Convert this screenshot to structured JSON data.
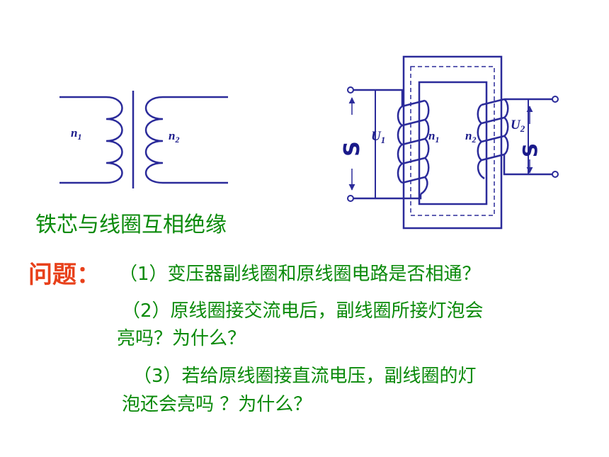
{
  "diagram": {
    "symbol": {
      "n1": "n",
      "n1_sub": "1",
      "n2": "n",
      "n2_sub": "2"
    },
    "physical": {
      "u1": "U",
      "u1_sub": "1",
      "u2": "U",
      "u2_sub": "2",
      "n1": "n",
      "n1_sub": "1",
      "n2": "n",
      "n2_sub": "2",
      "ac1": "S",
      "ac2": "S"
    },
    "colors": {
      "wire": "#2b2b9a",
      "label": "#1a1a8a"
    }
  },
  "caption": "铁芯与线圈互相绝缘",
  "question_label": "问题：",
  "questions": {
    "q1": "（1）变压器副线圈和原线圈电路是否相通？",
    "q2_line1": "（2）原线圈接交流电后，副线圈所接灯泡会",
    "q2_line2": "亮吗？为什么？",
    "q3_line1": "（3）若给原线圈接直流电压，副线圈的灯",
    "q3_line2": "泡还会亮吗 ？为什么？"
  }
}
